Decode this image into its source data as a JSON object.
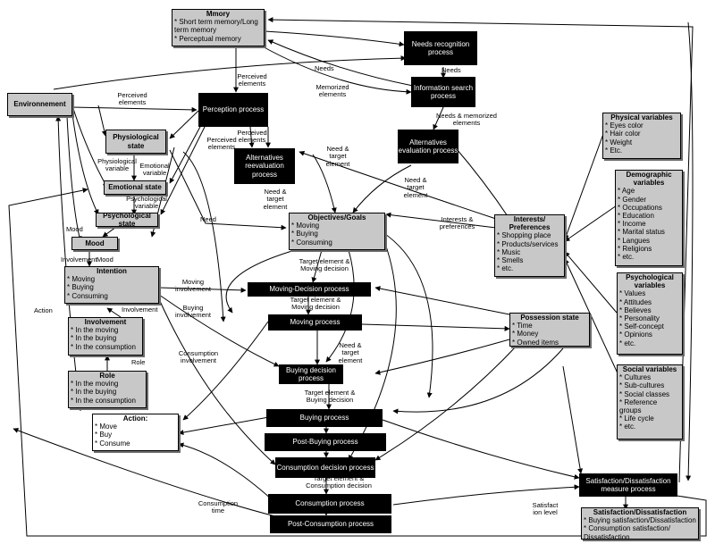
{
  "nodes": {
    "memory": {
      "title": "Mmory",
      "items": [
        "Short term memory/Long term memory",
        "Perceptual memory"
      ]
    },
    "environment": {
      "title": "Environnement"
    },
    "needs_recognition": {
      "label": "Needs recognition process"
    },
    "information_search": {
      "label": "Information search process"
    },
    "perception": {
      "label": "Perception process"
    },
    "alternatives_evaluation": {
      "label": "Alternatives evaluation process"
    },
    "alternatives_reevaluation": {
      "label": "Alternatives reevaluation process"
    },
    "physiological_state": {
      "title": "Physiological state"
    },
    "emotional_state": {
      "title": "Emotional state"
    },
    "psychological_state": {
      "title": "Psychological state"
    },
    "mood": {
      "title": "Mood"
    },
    "objectives": {
      "title": "Objectives/Goals",
      "items": [
        "Moving",
        "Buying",
        "Consuming"
      ]
    },
    "intention": {
      "title": "Intention",
      "items": [
        "Moving",
        "Buying",
        "Consuming"
      ]
    },
    "involvement": {
      "title": "Involvement",
      "items": [
        "In the moving",
        "In the buying",
        "In the consumption"
      ]
    },
    "role": {
      "title": "Role",
      "items": [
        "In the moving",
        "In the buying",
        "In the consumption"
      ]
    },
    "action": {
      "title": "Action:",
      "items": [
        "Move",
        "Buy",
        "Consume"
      ]
    },
    "moving_decision": {
      "label": "Moving-Decision process"
    },
    "moving": {
      "label": "Moving process"
    },
    "buying_decision": {
      "label": "Buying decision process"
    },
    "buying": {
      "label": "Buying process"
    },
    "post_buying": {
      "label": "Post-Buying process"
    },
    "consumption_decision": {
      "label": "Consumption decision process"
    },
    "consumption": {
      "label": "Consumption process"
    },
    "post_consumption": {
      "label": "Post-Consumption process"
    },
    "interests": {
      "title": "Interests/ Preferences",
      "items": [
        "Shopping place",
        "Products/services",
        "Music",
        "Smells",
        "etc."
      ]
    },
    "possession": {
      "title": "Possession state",
      "items": [
        "Time",
        "Money",
        "Owned items"
      ]
    },
    "physical_vars": {
      "title": "Physical variables",
      "items": [
        "Eyes color",
        "Hair color",
        "Weight",
        "Etc."
      ]
    },
    "demographic_vars": {
      "title": "Demographic variables",
      "items": [
        "Age",
        "Gender",
        "Occupations",
        "Education",
        "Income",
        "Marital status",
        "Langues",
        "Religions",
        "etc."
      ]
    },
    "psychological_vars": {
      "title": "Psychological variables",
      "items": [
        "Values",
        "Attitudes",
        "Believes",
        "Personality",
        "Self-concept",
        "Opinions",
        "etc."
      ]
    },
    "social_vars": {
      "title": "Social variables",
      "items": [
        "Cultures",
        "Sub-cultures",
        "Social classes",
        "Reference groups",
        "Life cycle",
        "etc."
      ]
    },
    "satisfaction_process": {
      "label": "Satisfaction/Dissatisfaction measure process"
    },
    "satisfaction": {
      "title": "Satisfaction/Dissatisfaction",
      "items": [
        "Buying satisfaction/Dissatisfaction",
        "Consumption satisfaction/ Dissatisfaction"
      ]
    }
  },
  "labels": {
    "needs_1": "Needs",
    "needs_2": "Needs",
    "memorized_elements": "Memorized elements",
    "perceived_elements_1": "Perceived elements",
    "perceived_elements_2": "Perceived elements",
    "perceived_elements_3": "Perceived elements",
    "perceived_elements_4": "Perceived elements",
    "needs_memorized_elements": "Needs & memorized elements",
    "need_target_1": "Need & target element",
    "need_target_2": "Need & target element",
    "need_target_3": "Need & target element",
    "need_target_4": "Need & target element",
    "physiological_variable": "Physiological variable",
    "emotional_variable": "Emotional variable",
    "psychological_variable": "Psychological variable",
    "mood_1": "Mood",
    "mood_2": "Mood",
    "need": "Need",
    "involvement_1": "Involvement",
    "involvement_2": "Involvement",
    "role": "Role",
    "action": "Action",
    "interests_preferences": "Interests & preferences",
    "target_moving_1": "Target element & Moving decision",
    "target_moving_2": "Target element & Moving decision",
    "moving_involvement": "Moving involvement",
    "buying_involvement": "Buying involvement",
    "consumption_involvement": "Consumption involvement",
    "target_buying": "Target element & Buying decision",
    "target_consumption": "Target element & Consumption decision",
    "consumption_time": "Consumption time",
    "satisfaction_level": "Satisfact ion level"
  }
}
